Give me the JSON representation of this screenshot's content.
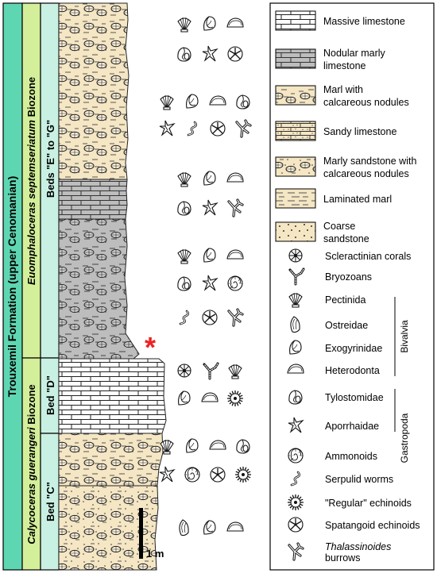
{
  "strat": {
    "formation": "Trouxemil Formation (upper Cenomanian)",
    "biozone_upper": {
      "italic": "Euomphaloceras septemseriatum",
      "plain": " Biozone"
    },
    "biozone_lower": {
      "italic": "Calycoceras guerangeri",
      "plain": " Biozone"
    },
    "bed_upper": "Beds \"E\" to \"G\"",
    "bed_middle": "Bed \"D\"",
    "bed_lower": "Bed \"C\""
  },
  "scale_label": "1 m",
  "marker": "*",
  "colors": {
    "formation_bg": "#5fd6b2",
    "biozone_bg": "#d4ef9a",
    "bed_bg": "#c9f1e3",
    "marl_fill": "#f5e6c4",
    "grey_fill": "#bdbdbd",
    "limestone_fill": "#ffffff",
    "marker": "#ee2222"
  },
  "legend": {
    "lithology": [
      {
        "icon": "massive-limestone-swatch",
        "label": [
          "Massive limestone"
        ]
      },
      {
        "icon": "nodular-marly-limestone-swatch",
        "label": [
          "Nodular marly",
          "limestone"
        ]
      },
      {
        "icon": "marl-nodules-swatch",
        "label": [
          "Marl with",
          "calcareous nodules"
        ]
      },
      {
        "icon": "sandy-limestone-swatch",
        "label": [
          "Sandy limestone"
        ]
      },
      {
        "icon": "marly-sandstone-swatch",
        "label": [
          "Marly sandstone with",
          "calcareous nodules"
        ]
      },
      {
        "icon": "laminated-marl-swatch",
        "label": [
          "Laminated marl"
        ]
      },
      {
        "icon": "coarse-sandstone-swatch",
        "label": [
          "Coarse",
          "sandstone"
        ]
      }
    ],
    "fossils": [
      {
        "icon": "coral-icon",
        "label": "Scleractinian corals"
      },
      {
        "icon": "bryozoan-icon",
        "label": "Bryozoans"
      },
      {
        "icon": "pectinida-icon",
        "label": "Pectinida"
      },
      {
        "icon": "ostreidae-icon",
        "label": "Ostreidae"
      },
      {
        "icon": "exogyrinidae-icon",
        "label": "Exogyrinidae"
      },
      {
        "icon": "heterodonta-icon",
        "label": "Heterodonta"
      },
      {
        "icon": "tylostomidae-icon",
        "label": "Tylostomidae"
      },
      {
        "icon": "aporrhaidae-icon",
        "label": "Aporrhaidae"
      },
      {
        "icon": "ammonoid-icon",
        "label": "Ammonoids"
      },
      {
        "icon": "serpulid-icon",
        "label": "Serpulid worms"
      },
      {
        "icon": "regular-echinoid-icon",
        "label": "\"Regular\" echinoids"
      },
      {
        "icon": "spatangoid-icon",
        "label": "Spatangoid echinoids"
      },
      {
        "icon": "thalassinoides-icon",
        "label": [
          "Thalassinoides",
          "burrows"
        ]
      }
    ],
    "groups": [
      {
        "name": "Bivalvia"
      },
      {
        "name": "Gastropoda"
      }
    ]
  },
  "fossil_rows": [
    [
      "pectinida",
      "exogyra",
      "heterodonta"
    ],
    [
      "tylostomid",
      "aporrhaid",
      "spatangoid"
    ],
    [
      "pectinida",
      "exogyra",
      "heterodonta",
      "tylostomid"
    ],
    [
      "aporrhaid",
      "serpulid",
      "spatangoid",
      "thalassinoides"
    ],
    [
      "pectinida",
      "exogyra",
      "heterodonta"
    ],
    [
      "tylostomid",
      "aporrhaid",
      "thalassinoides"
    ],
    [
      "pectinida",
      "exogyra",
      "heterodonta"
    ],
    [
      "tylostomid",
      "aporrhaid",
      "ammonoid"
    ],
    [
      "serpulid",
      "spatangoid",
      "thalassinoides"
    ],
    [
      "coral",
      "bryozoan",
      "pectinida"
    ],
    [
      "exogyra",
      "heterodonta",
      "regular_echinoid"
    ],
    [
      "pectinida",
      "exogyra",
      "heterodonta",
      "tylostomid"
    ],
    [
      "aporrhaid",
      "ammonoid",
      "spatangoid",
      "regular_echinoid"
    ],
    [
      "ostreidae",
      "exogyra",
      "heterodonta"
    ]
  ]
}
